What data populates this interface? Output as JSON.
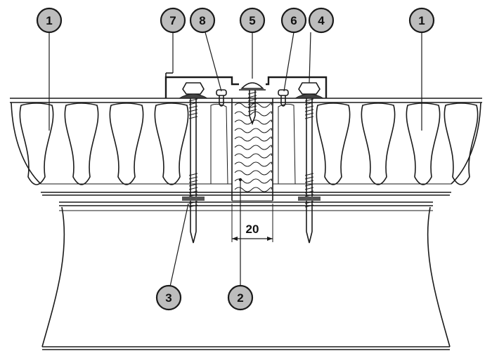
{
  "callouts": [
    {
      "id": "c1a",
      "label": "1"
    },
    {
      "id": "c7",
      "label": "7"
    },
    {
      "id": "c8",
      "label": "8"
    },
    {
      "id": "c5",
      "label": "5"
    },
    {
      "id": "c6",
      "label": "6"
    },
    {
      "id": "c4",
      "label": "4"
    },
    {
      "id": "c1b",
      "label": "1"
    },
    {
      "id": "c3",
      "label": "3"
    },
    {
      "id": "c2",
      "label": "2"
    }
  ],
  "dimension": {
    "value": "20"
  },
  "colors": {
    "line": "#1a1a1a",
    "callout_fill": "#bdbdbd",
    "gasket": "#555555"
  }
}
